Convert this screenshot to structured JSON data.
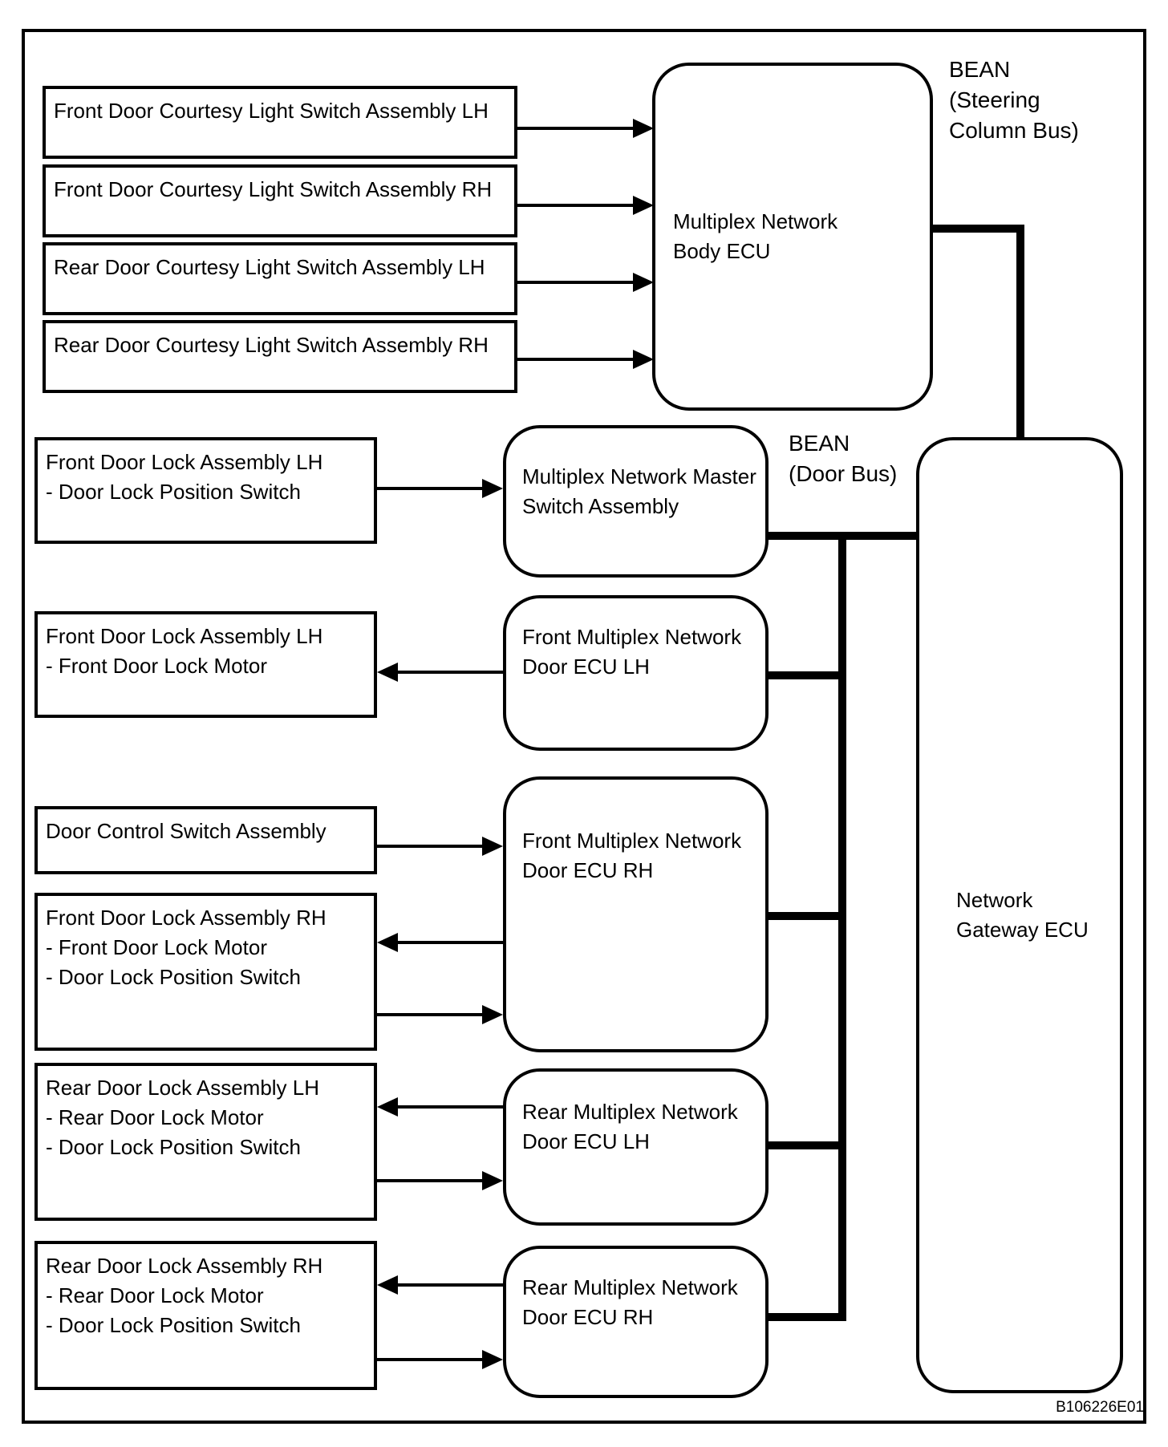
{
  "figure_code": "B106226E01",
  "labels": {
    "steering_bus": {
      "l1": "BEAN",
      "l2": "(Steering",
      "l3": "Column Bus)"
    },
    "door_bus": {
      "l1": "BEAN",
      "l2": "(Door Bus)"
    }
  },
  "nodes": {
    "courtesy_front_lh": {
      "l1": "Front Door Courtesy Light Switch Assembly LH"
    },
    "courtesy_front_rh": {
      "l1": "Front Door Courtesy Light Switch Assembly RH"
    },
    "courtesy_rear_lh": {
      "l1": "Rear Door Courtesy Light Switch Assembly LH"
    },
    "courtesy_rear_rh": {
      "l1": "Rear Door Courtesy Light Switch Assembly RH"
    },
    "body_ecu": {
      "l1": "Multiplex Network",
      "l2": "Body ECU"
    },
    "master_switch": {
      "l1": "Multiplex Network Master",
      "l2": "Switch Assembly"
    },
    "front_lock_lh_switch": {
      "l1": "Front Door Lock Assembly LH",
      "l2": "- Door Lock Position Switch"
    },
    "front_lock_lh_motor": {
      "l1": "Front Door Lock Assembly LH",
      "l2": "- Front Door Lock Motor"
    },
    "front_door_ecu_lh": {
      "l1": "Front Multiplex Network",
      "l2": "Door ECU LH"
    },
    "door_control": {
      "l1": "Door Control Switch Assembly"
    },
    "front_door_ecu_rh": {
      "l1": "Front Multiplex Network",
      "l2": "Door ECU RH"
    },
    "front_lock_rh": {
      "l1": "Front Door Lock Assembly RH",
      "l2": "- Front Door Lock Motor",
      "l3": "- Door Lock Position Switch"
    },
    "rear_lock_lh": {
      "l1": "Rear Door Lock Assembly LH",
      "l2": "- Rear Door Lock Motor",
      "l3": "- Door Lock Position Switch"
    },
    "rear_door_ecu_lh": {
      "l1": "Rear Multiplex Network",
      "l2": "Door ECU LH"
    },
    "rear_lock_rh": {
      "l1": "Rear Door Lock Assembly RH",
      "l2": "- Rear Door Lock Motor",
      "l3": "- Door Lock Position Switch"
    },
    "rear_door_ecu_rh": {
      "l1": "Rear Multiplex Network",
      "l2": "Door ECU RH"
    },
    "gateway_ecu": {
      "l1": "Network",
      "l2": "Gateway ECU"
    }
  }
}
